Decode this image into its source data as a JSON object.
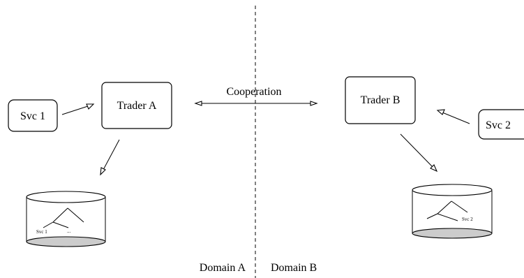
{
  "nodes": {
    "svc1": "Svc 1",
    "trader_a": "Trader A",
    "trader_b": "Trader B",
    "svc2": "Svc 2"
  },
  "edges": {
    "cooperation": "Cooperation"
  },
  "databases": {
    "a": {
      "entry": "Svc 1",
      "more": "..."
    },
    "b": {
      "entry": "Svc 2"
    }
  },
  "domains": {
    "a": "Domain A",
    "b": "Domain B"
  }
}
